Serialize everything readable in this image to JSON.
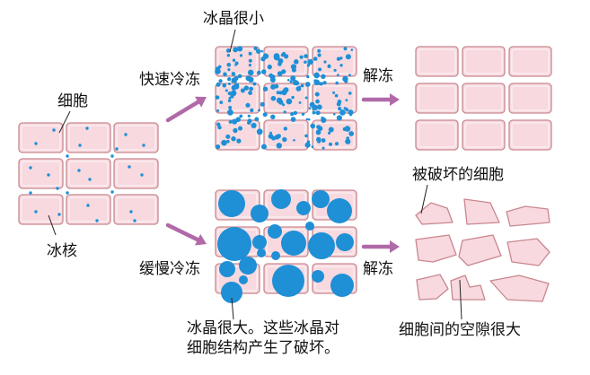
{
  "labels": {
    "cell": "细胞",
    "ice_nucleus": "冰核",
    "fast_freeze": "快速冷冻",
    "small_crystals": "冰晶很小",
    "thaw_top": "解冻",
    "slow_freeze": "缓慢冷冻",
    "thaw_bottom": "解冻",
    "damaged_cells": "被破坏的细胞",
    "large_gaps": "细胞间的空隙很大",
    "large_crystals_line1": "冰晶很大。这些冰晶对",
    "large_crystals_line2": "细胞结构产生了破坏。"
  },
  "colors": {
    "cell_fill": "#f7d9df",
    "cell_border": "#c9878f",
    "crystal_blue": "#1f8fd6",
    "arrow_purple": "#b06aa8"
  }
}
